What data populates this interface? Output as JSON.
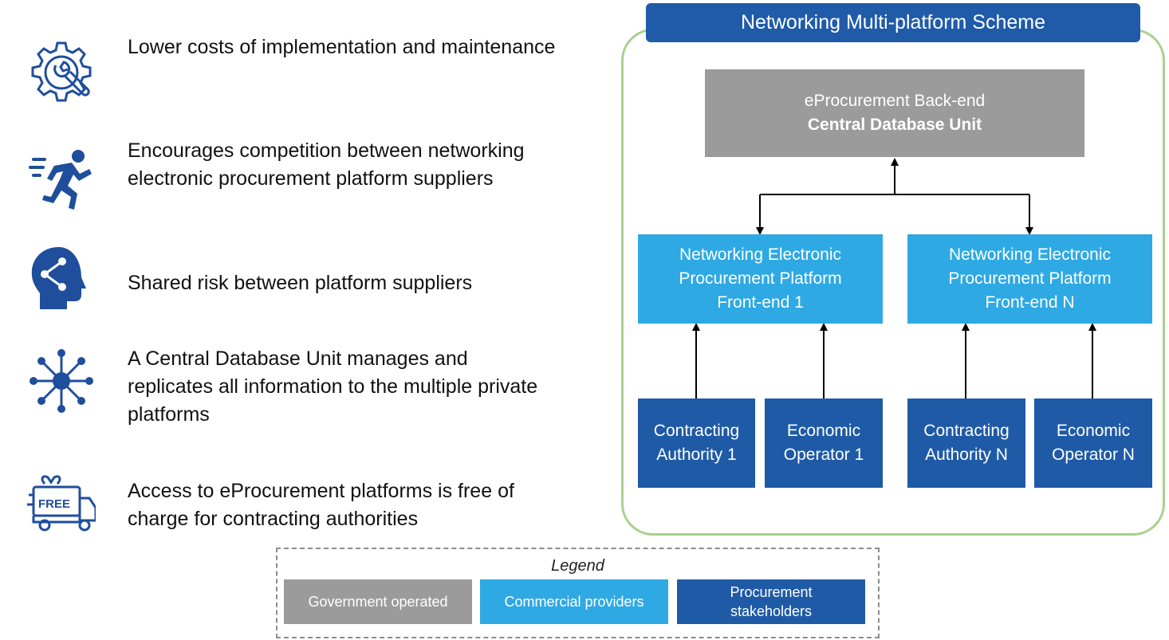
{
  "benefits": [
    {
      "icon": "gear-wrench-icon",
      "text": "Lower costs of implementation and maintenance"
    },
    {
      "icon": "running-person-icon",
      "text": "Encourages competition between networking electronic procurement platform suppliers"
    },
    {
      "icon": "head-share-icon",
      "text": "Shared risk between platform suppliers"
    },
    {
      "icon": "hub-network-icon",
      "text": "A Central Database Unit manages and replicates all information to the multiple private platforms"
    },
    {
      "icon": "free-delivery-truck-icon",
      "text": "Access to eProcurement platforms is free of charge for contracting authorities"
    }
  ],
  "scheme": {
    "title": "Networking Multi-platform Scheme",
    "backend": {
      "line1": "eProcurement Back-end",
      "line2": "Central Database Unit"
    },
    "frontends": [
      {
        "line1": "Networking Electronic",
        "line2": "Procurement Platform",
        "line3": "Front-end 1"
      },
      {
        "line1": "Networking Electronic",
        "line2": "Procurement Platform",
        "line3": "Front-end N"
      }
    ],
    "stakeholders": [
      {
        "line1": "Contracting",
        "line2": "Authority 1"
      },
      {
        "line1": "Economic",
        "line2": "Operator 1"
      },
      {
        "line1": "Contracting",
        "line2": "Authority N"
      },
      {
        "line1": "Economic",
        "line2": "Operator N"
      }
    ]
  },
  "legend": {
    "title": "Legend",
    "items": [
      {
        "label": "Government operated",
        "color": "#9b9b9b"
      },
      {
        "label": "Commercial providers",
        "color": "#2ea9e4"
      },
      {
        "label": "Procurement stakeholders",
        "color": "#1f5aa6"
      }
    ]
  },
  "colors": {
    "icon": "#1f4e9c",
    "government": "#9b9b9b",
    "commercial": "#2ea9e4",
    "stakeholder": "#1f5aa6",
    "title_bar": "#1f5ba8",
    "border": "#a9d18e"
  }
}
